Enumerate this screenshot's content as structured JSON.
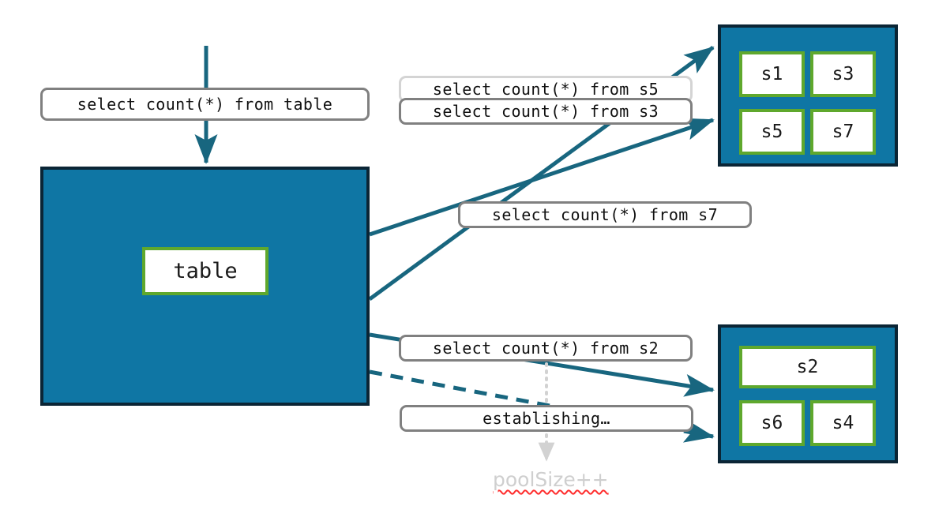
{
  "diagram": {
    "title": "connection pool query routing diagram",
    "colors": {
      "edge": "#18667f",
      "group_fill": "#0f76a4",
      "group_border": "#0b2535",
      "node_border": "#5fa82d",
      "node_fill": "#ffffff",
      "chip_border": "#808080",
      "chip_border_muted": "#d4d4d4",
      "ghost_text": "#cfcfcf",
      "spellcheck_underline": "#ff2d2d",
      "background": "#ffffff"
    }
  },
  "source": {
    "entry_label": "select count(*) from table",
    "group_name": "table-group",
    "node_label": "table"
  },
  "queries": {
    "s5": "select count(*) from s5",
    "s3": "select count(*) from s3",
    "s7": "select count(*) from s7",
    "s2": "select count(*) from s2",
    "establishing": "establishing…"
  },
  "annotation": {
    "pool_counter": "poolSize++"
  },
  "pools": [
    {
      "name": "upper-pool",
      "nodes": [
        "s1",
        "s3",
        "s5",
        "s7"
      ]
    },
    {
      "name": "lower-pool",
      "nodes": [
        "s2",
        "s6",
        "s4"
      ]
    }
  ],
  "edges": [
    {
      "name": "entry-to-table",
      "style": "solid",
      "arrow": true
    },
    {
      "name": "table-to-upper-s3",
      "style": "solid",
      "arrow": true
    },
    {
      "name": "table-to-upper-s7",
      "style": "solid",
      "arrow": true
    },
    {
      "name": "table-to-lower-s2",
      "style": "solid",
      "arrow": true
    },
    {
      "name": "table-to-lower-new",
      "style": "dashed",
      "arrow": true
    },
    {
      "name": "pool-counter-hint",
      "style": "dotted",
      "arrow": true
    }
  ]
}
